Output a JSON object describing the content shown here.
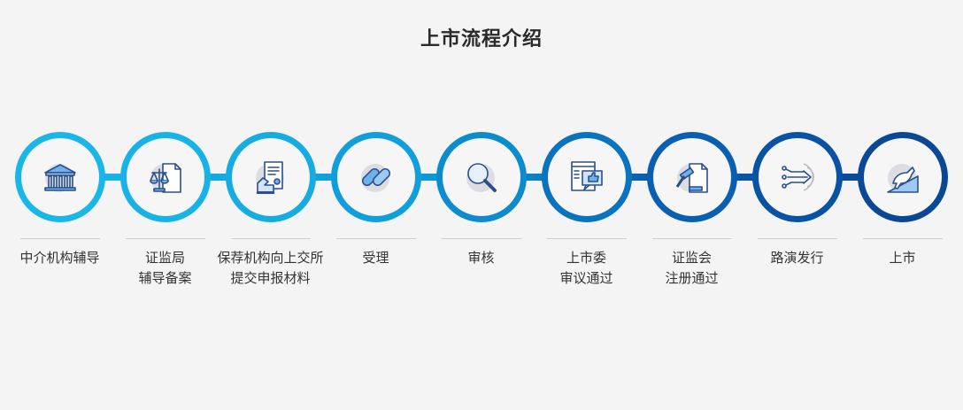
{
  "title": "上市流程介绍",
  "steps": [
    {
      "lines": [
        "中介机构辅导"
      ],
      "icon": "bank-building-icon",
      "color": "#1ab6e8"
    },
    {
      "lines": [
        "证监局",
        "辅导备案"
      ],
      "icon": "scales-document-icon",
      "color": "#18b2e6"
    },
    {
      "lines": [
        "保荐机构向上交所",
        "提交申报材料"
      ],
      "icon": "hand-document-icon",
      "color": "#15ace2"
    },
    {
      "lines": [
        "受理"
      ],
      "icon": "chain-link-icon",
      "color": "#109fda"
    },
    {
      "lines": [
        "审核"
      ],
      "icon": "magnifier-icon",
      "color": "#0c8ccf"
    },
    {
      "lines": [
        "上市委",
        "审议通过"
      ],
      "icon": "thumbs-up-chat-icon",
      "color": "#0a73bd"
    },
    {
      "lines": [
        "证监会",
        "注册通过"
      ],
      "icon": "gavel-document-icon",
      "color": "#0a60b0"
    },
    {
      "lines": [
        "路演发行"
      ],
      "icon": "circuit-arrow-icon",
      "color": "#0a52a3"
    },
    {
      "lines": [
        "上市"
      ],
      "icon": "bull-icon",
      "color": "#0a4896"
    }
  ]
}
